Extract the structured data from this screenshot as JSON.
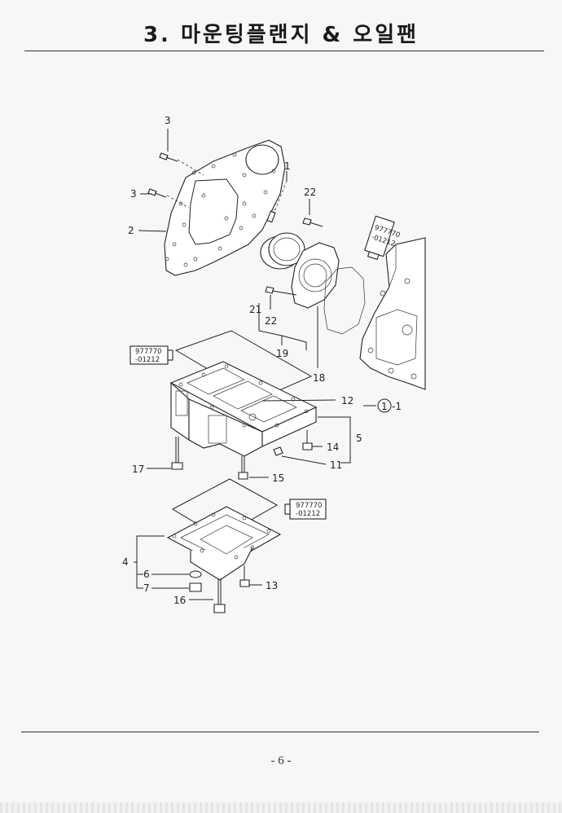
{
  "title": "3. 마운팅플랜지 & 오일팬",
  "page_number": "- 6 -",
  "callouts": {
    "c1": "1",
    "c2": "2",
    "c3a": "3",
    "c3b": "3",
    "c4": "4",
    "c5": "5",
    "c6": "6",
    "c7": "7",
    "c11": "11",
    "c12": "12",
    "c13": "13",
    "c14": "14",
    "c15": "15",
    "c16": "16",
    "c17": "17",
    "c18": "18",
    "c19": "19",
    "c21": "21",
    "c22a": "22",
    "c22b": "22",
    "ref_circle": "1",
    "ref_suffix": "-1"
  },
  "sealant": {
    "code_line1": "977770",
    "code_line2": "-01212"
  }
}
